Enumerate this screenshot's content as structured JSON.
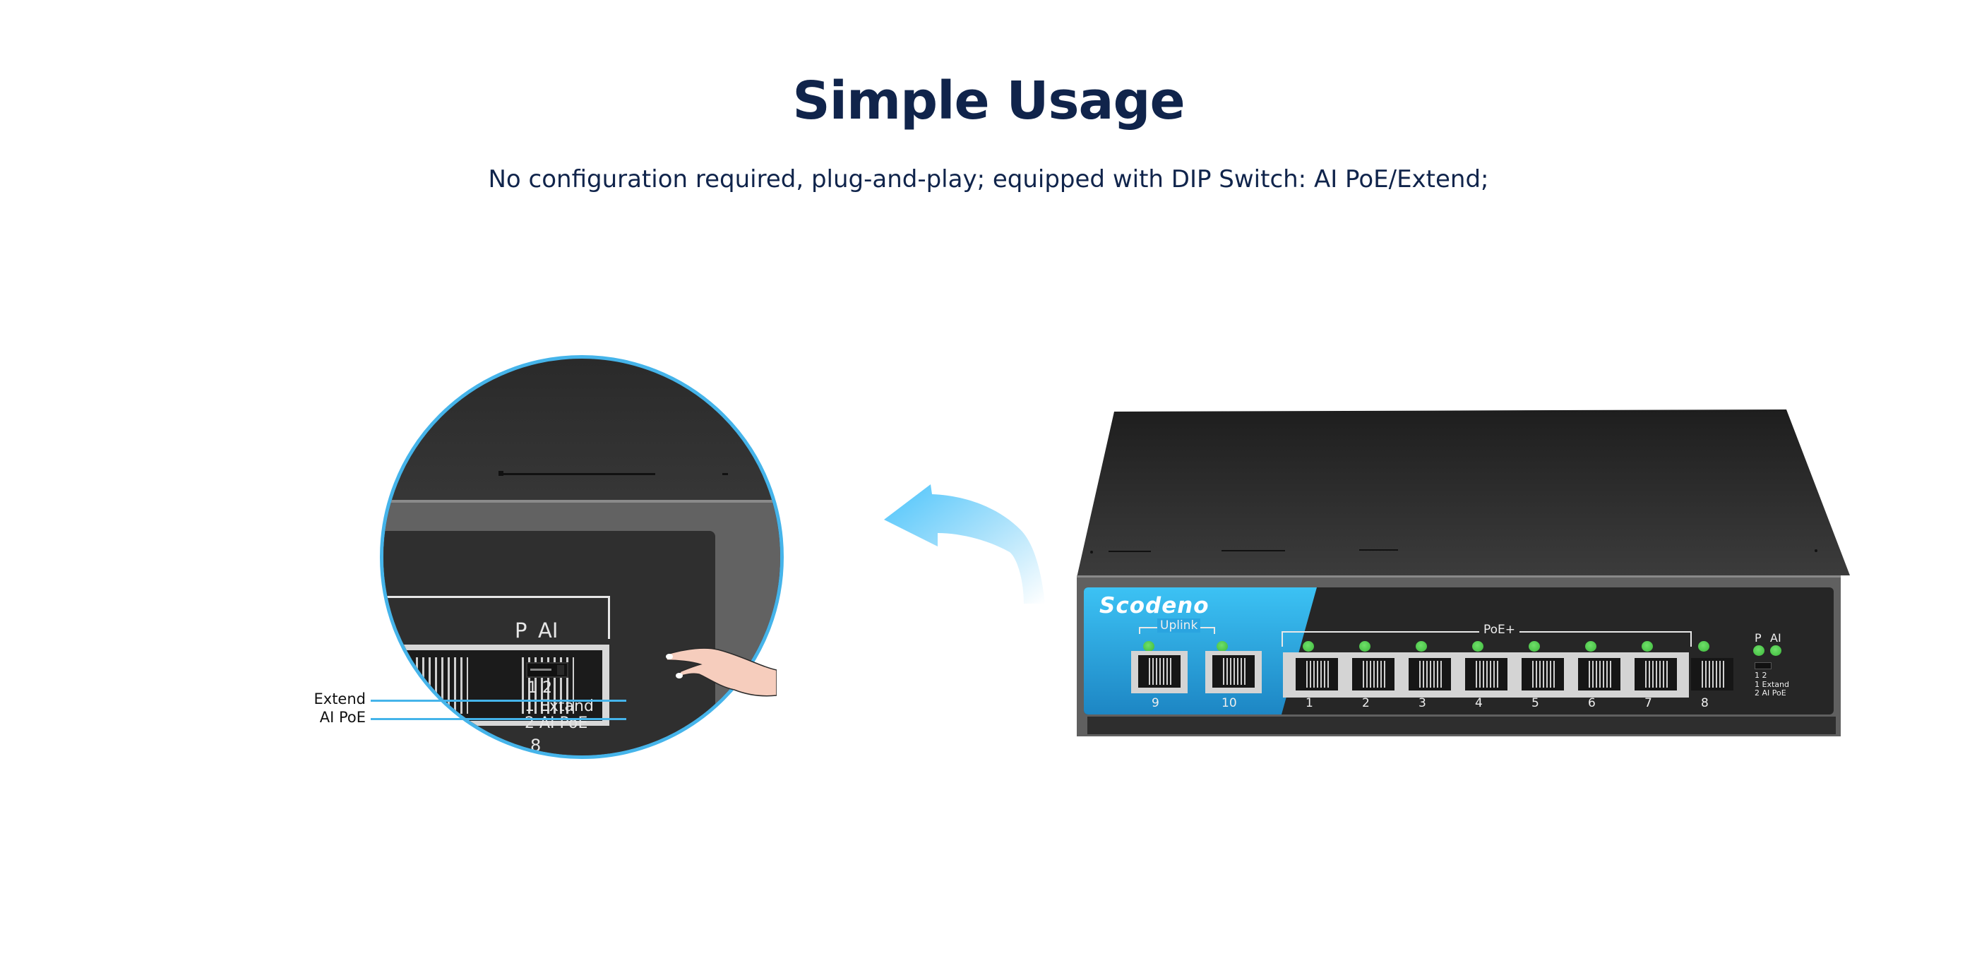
{
  "header": {
    "title": "Simple Usage",
    "subtitle": "No configuration required, plug-and-play; equipped with DIP Switch: AI PoE/Extend;"
  },
  "magnifier": {
    "led_labels": [
      "P",
      "AI"
    ],
    "dip_numbers": "1  2",
    "dip_legend": [
      "1 Extand",
      "2 AI PoE"
    ],
    "port_number": "8"
  },
  "callouts": [
    {
      "label": "Extend"
    },
    {
      "label": "AI PoE"
    }
  ],
  "switch": {
    "brand": "Scodeno",
    "uplink_label": "Uplink",
    "poe_label": "PoE+",
    "uplink_ports": [
      "9",
      "10"
    ],
    "poe_ports": [
      "1",
      "2",
      "3",
      "4",
      "5",
      "6",
      "7",
      "8"
    ],
    "led_labels": [
      "P",
      "AI"
    ],
    "dip_numbers": "1 2",
    "dip_legend": [
      "1 Extand",
      "2 AI PoE"
    ]
  },
  "colors": {
    "title": "#10244b",
    "accent_blue": "#45b4ea",
    "led_green": "#4fcf4c",
    "switch_body": "#262626"
  },
  "icons": {
    "arrow": "curved-arrow-left-icon",
    "hand": "pointing-hand-icon"
  }
}
